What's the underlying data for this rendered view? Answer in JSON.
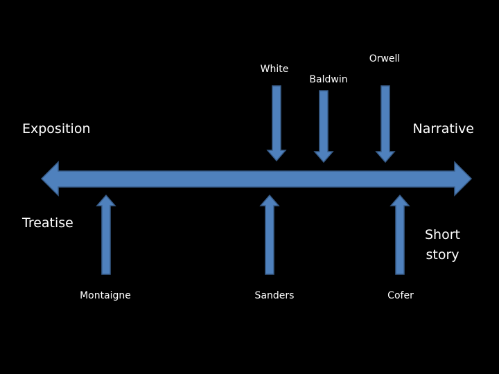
{
  "spectrum": {
    "top_left_label": "Exposition",
    "top_right_label": "Narrative",
    "bottom_left_label": "Treatise",
    "bottom_right_label_line1": "Short",
    "bottom_right_label_line2": "story"
  },
  "authors_above": [
    {
      "name": "White"
    },
    {
      "name": "Baldwin"
    },
    {
      "name": "Orwell"
    }
  ],
  "authors_below": [
    {
      "name": "Montaigne"
    },
    {
      "name": "Sanders"
    },
    {
      "name": "Cofer"
    }
  ],
  "colors": {
    "background": "#000000",
    "arrow_fill": "#4f81bd",
    "arrow_stroke": "#385d8a",
    "text": "#ffffff"
  }
}
